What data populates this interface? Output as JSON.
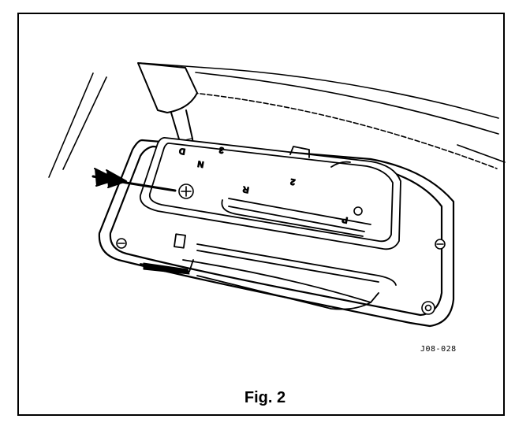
{
  "figure": {
    "caption": "Fig. 2",
    "drawing_code": "J08-028",
    "gate_labels": {
      "p": "P",
      "r": "R",
      "n": "N",
      "d": "D",
      "three": "3",
      "two": "2"
    },
    "colors": {
      "ink": "#000000",
      "paper": "#ffffff"
    }
  }
}
